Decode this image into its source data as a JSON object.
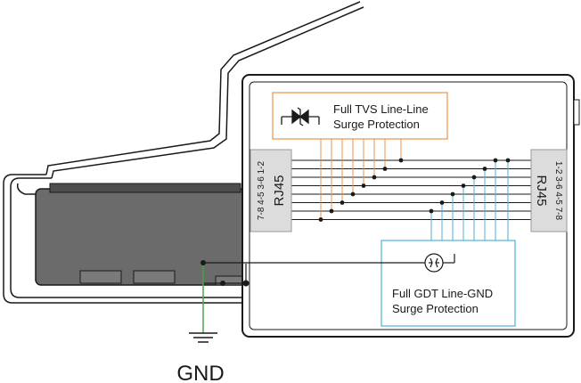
{
  "tvs_box": {
    "line1": "Full TVS Line-Line",
    "line2": "Surge Protection",
    "tvs_symbol_icon": "bidirectional-tvs-diode-icon"
  },
  "gdt_box": {
    "line1": "Full GDT Line-GND",
    "line2": "Surge Protection",
    "gdt_symbol_icon": "gas-discharge-tube-icon"
  },
  "left_connector": {
    "label": "RJ45",
    "pins": "7-8 4-5 3-6 1-2"
  },
  "right_connector": {
    "label": "RJ45",
    "pins": "1-2 3-6 4-5 7-8"
  },
  "ground": {
    "label": "GND",
    "icon": "ground-symbol-icon"
  },
  "colors": {
    "outline": "#1a1a1a",
    "tvs_wire": "#e8934a",
    "gdt_wire": "#4fb2d6",
    "ground_wire": "#4aa84a",
    "connector_fill": "#dcdcdc",
    "base_fill": "#6b6b6b"
  }
}
